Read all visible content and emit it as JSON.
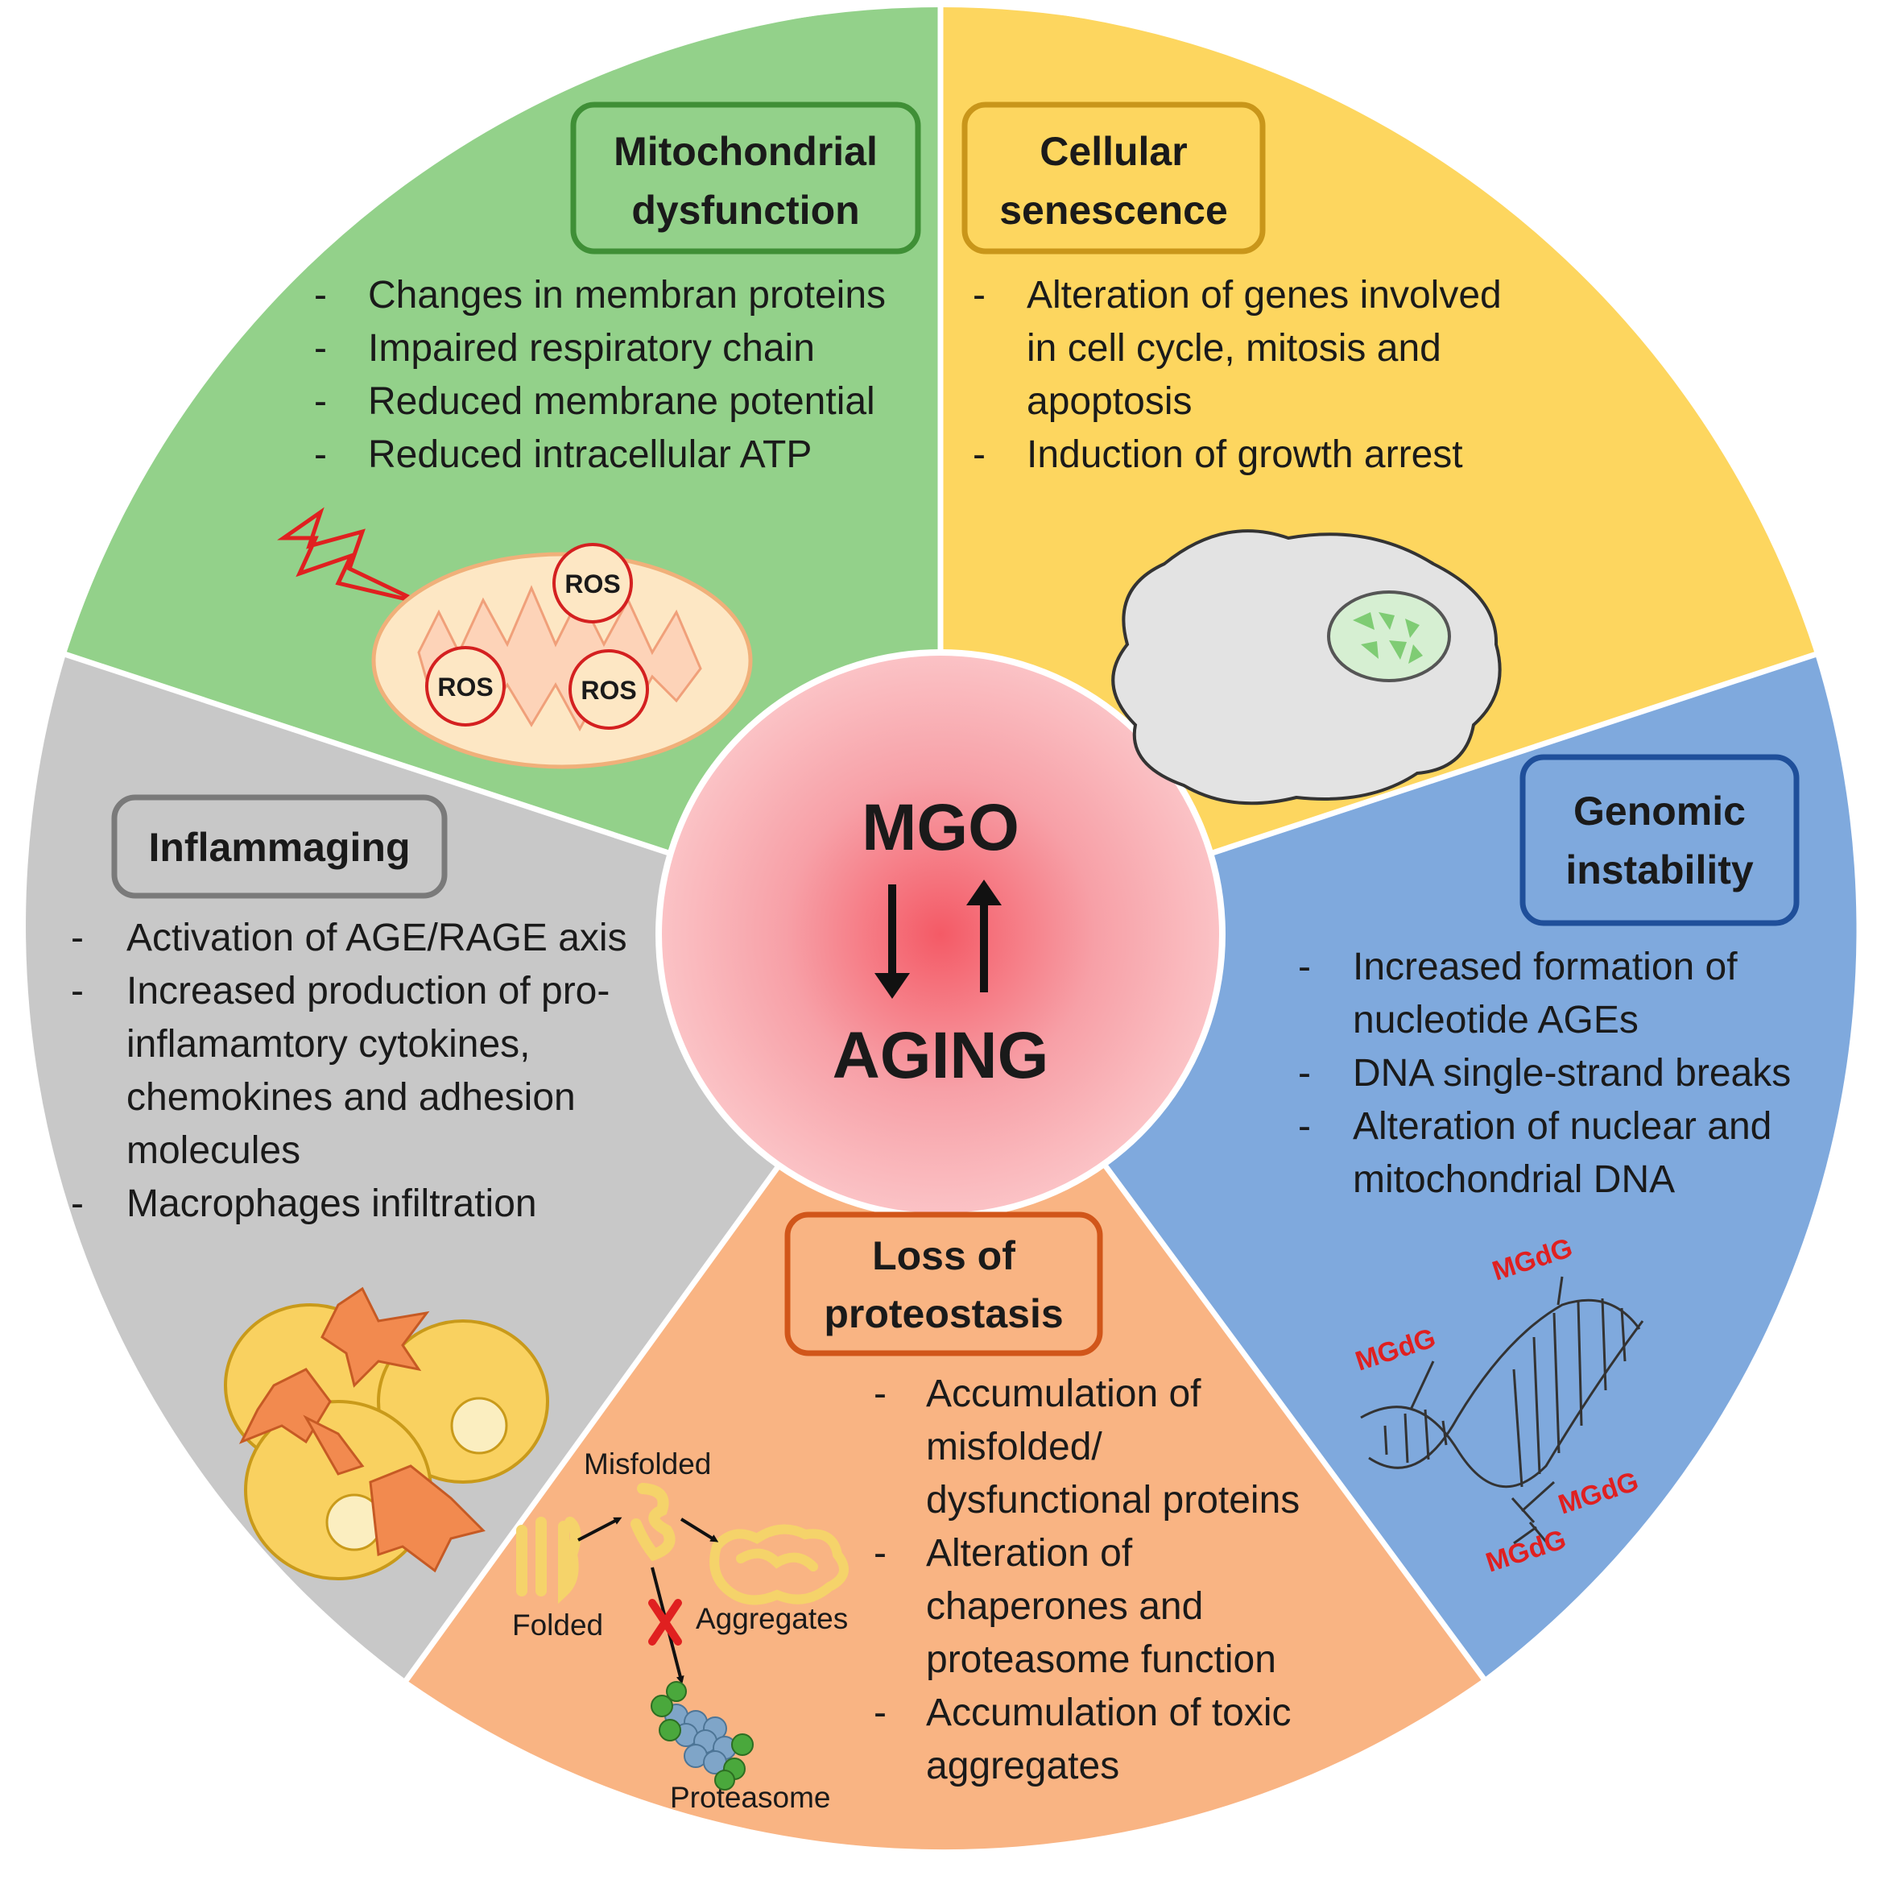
{
  "center": {
    "top": "MGO",
    "bottom": "AGING"
  },
  "colors": {
    "mitochondrial": "#93d18a",
    "senescence": "#fdd65f",
    "genomic": "#7fa9dd",
    "proteostasis": "#f9b483",
    "inflammaging": "#c8c8c8",
    "center": "#f7a4aa"
  },
  "segments": {
    "mitochondrial": {
      "title_line1": "Mitochondrial",
      "title_line2": "dysfunction",
      "items": [
        "Changes in membran proteins",
        "Impaired respiratory chain",
        "Reduced membrane potential",
        "Reduced intracellular ATP"
      ],
      "ros_label": "ROS"
    },
    "senescence": {
      "title_line1": "Cellular",
      "title_line2": "senescence",
      "lines": [
        "Alteration of genes involved",
        "in cell cycle, mitosis and",
        "apoptosis",
        "Induction of growth arrest"
      ]
    },
    "genomic": {
      "title_line1": "Genomic",
      "title_line2": "instability",
      "lines": [
        "Increased formation of",
        "nucleotide AGEs",
        "DNA single-strand breaks",
        "Alteration of nuclear and",
        "mitochondrial DNA"
      ],
      "mgdg_label": "MGdG"
    },
    "proteostasis": {
      "title_line1": "Loss of",
      "title_line2": "proteostasis",
      "lines": [
        "Accumulation of",
        "misfolded/",
        "dysfunctional proteins",
        "Alteration of",
        "chaperones and",
        "proteasome function",
        "Accumulation of toxic",
        "aggregates"
      ],
      "labels": {
        "misfolded": "Misfolded",
        "folded": "Folded",
        "aggregates": "Aggregates",
        "proteasome": "Proteasome"
      }
    },
    "inflammaging": {
      "title": "Inflammaging",
      "lines": [
        "Activation of AGE/RAGE axis",
        "Increased production of pro-",
        "inflamamtory cytokines,",
        "chemokines and adhesion",
        "molecules",
        "Macrophages infiltration"
      ]
    }
  },
  "bullet": "-"
}
